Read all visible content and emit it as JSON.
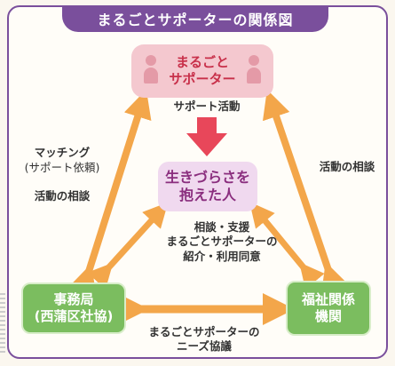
{
  "title": "まるごとサポーターの関係図",
  "nodes": {
    "supporter": "まるごと\nサポーター",
    "center": "生きづらさを\n抱えた人",
    "office": "事務局\n(西蒲区社協)",
    "welfare": "福祉関係\n機関"
  },
  "labels": {
    "support_activity": "サポート活動",
    "matching_main": "マッチング",
    "matching_sub": "(サポート依頼)",
    "activity_consult_left": "活動の相談",
    "activity_consult_right": "活動の相談",
    "center_lines": "相談・支援\nまるごとサポーターの\n紹介・利用同意",
    "bottom": "まるごとサポーターの\nニーズ協議"
  },
  "colors": {
    "title_bg": "#7a4f9c",
    "arrow_orange": "#f3a64a",
    "arrow_red": "#e8475a",
    "node_pink": "#f4c8cf",
    "node_lilac": "#f0d9ef",
    "node_green": "#7bbd5f"
  }
}
